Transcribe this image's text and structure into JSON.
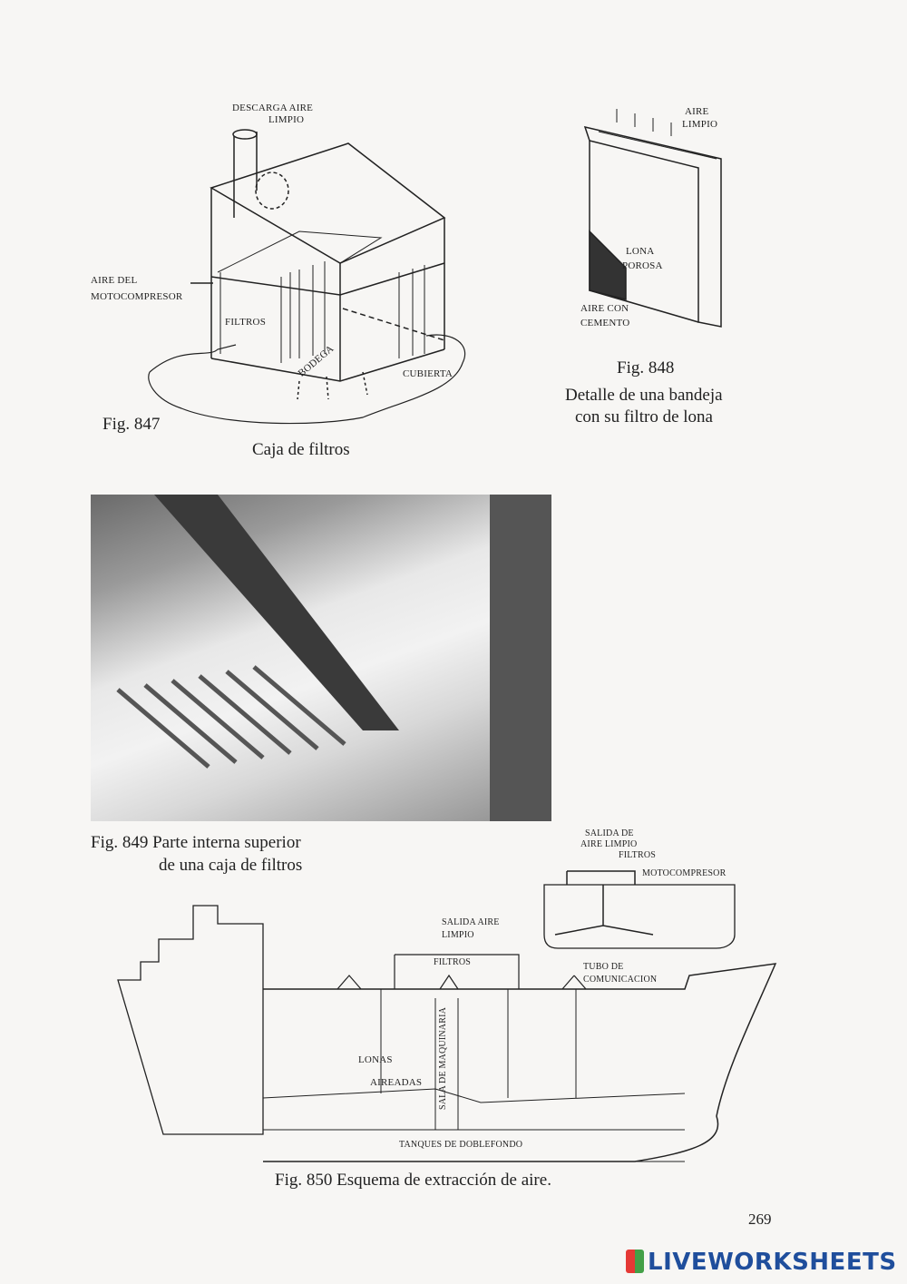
{
  "fig847": {
    "labels": {
      "descarga": "DESCARGA AIRE",
      "limpio": "LIMPIO",
      "aire_del": "AIRE DEL",
      "motocompresor": "MOTOCOMPRESOR",
      "filtros": "FILTROS",
      "bodega": "BODEGA",
      "cubierta": "CUBIERTA"
    },
    "fig_number": "Fig. 847",
    "caption": "Caja de filtros"
  },
  "fig848": {
    "labels": {
      "aire": "AIRE",
      "limpio": "LIMPIO",
      "lona": "LONA",
      "porosa": "POROSA",
      "aire_con": "AIRE CON",
      "cemento": "CEMENTO"
    },
    "fig_number": "Fig. 848",
    "caption_line1": "Detalle de una bandeja",
    "caption_line2": "con su filtro de lona"
  },
  "fig849": {
    "caption_line1": "Fig. 849 Parte interna superior",
    "caption_line2": "de una caja de filtros"
  },
  "fig850": {
    "inset": {
      "salida_de": "SALIDA DE",
      "aire_limpio": "AIRE LIMPIO",
      "filtros": "FILTROS",
      "motocompresor": "MOTOCOMPRESOR"
    },
    "labels": {
      "salida_aire": "SALIDA AIRE",
      "limpio": "LIMPIO",
      "filtros": "FILTROS",
      "tubo_de": "TUBO DE",
      "comunicacion": "COMUNICACION",
      "lonas": "LONAS",
      "aireadas": "AIREADAS",
      "sala": "SALA DE MAQUINARIA",
      "tanques": "TANQUES DE DOBLEFONDO"
    },
    "caption": "Fig. 850 Esquema de extracción de aire."
  },
  "page_number": "269",
  "watermark": "LIVEWORKSHEETS"
}
